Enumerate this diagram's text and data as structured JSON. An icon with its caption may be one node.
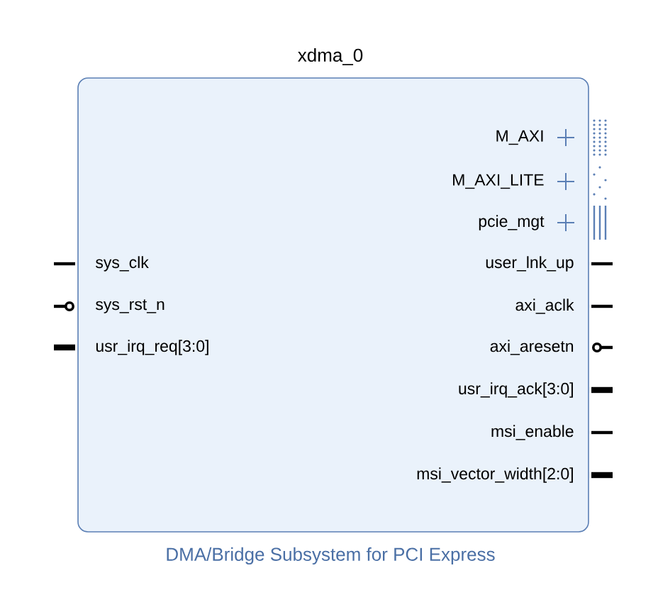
{
  "diagram": {
    "nodes": [
      {
        "text": [
          "xdma_0",
          "DMA/Bridge Subsystem for PCI Express"
        ]
      }
    ],
    "labels": [
      "M_AXI",
      "M_AXI_LITE",
      "pcie_mgt",
      "sys_clk",
      "sys_rst_n",
      "usr_irq_req[3:0]",
      "user_lnk_up",
      "axi_aclk",
      "axi_aresetn",
      "usr_irq_ack[3:0]",
      "msi_enable",
      "msi_vector_width[2:0]"
    ]
  }
}
